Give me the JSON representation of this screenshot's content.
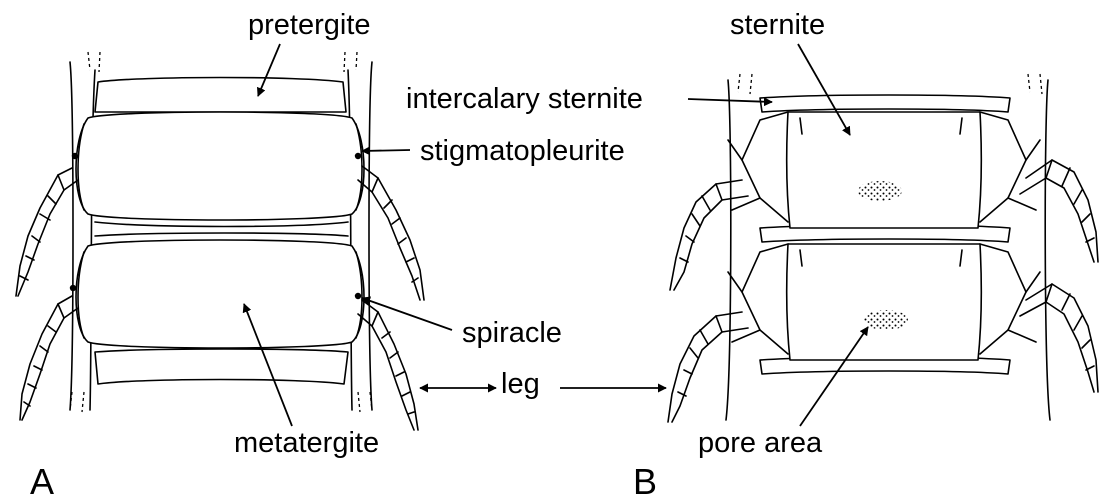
{
  "labels": {
    "pretergite": "pretergite",
    "stigmatopleurite": "stigmatopleurite",
    "spiracle": "spiracle",
    "leg": "leg",
    "metatergite": "metatergite",
    "sternite": "sternite",
    "intercalary_sternite": "intercalary sternite",
    "pore_area": "pore area"
  },
  "panels": {
    "a": "A",
    "b": "B"
  }
}
